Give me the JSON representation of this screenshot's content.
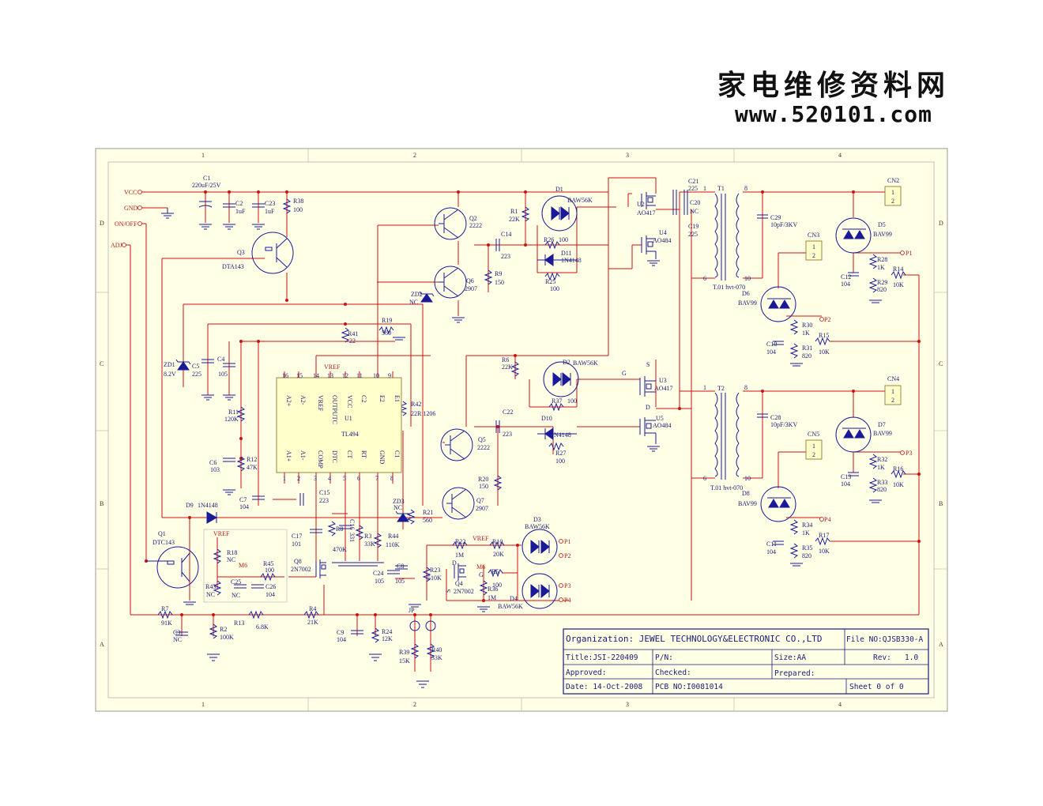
{
  "brand": {
    "chinese": "家电维修资料网",
    "url": "www.520101.com"
  },
  "colors": {
    "wire": "#cc1111",
    "component": "#1a1a99",
    "frame_fill": "#ffffe6",
    "frame_border": "#999999",
    "title_border": "#1a1a7a"
  },
  "grid": {
    "columns": [
      "1",
      "2",
      "3",
      "4"
    ],
    "rows": [
      "D",
      "C",
      "B",
      "A"
    ]
  },
  "nets": {
    "vcc": "VCC",
    "gnd": "GND",
    "on_off": "ON/OFF",
    "adj": "ADJ",
    "vref": "VREF",
    "m6": "M6"
  },
  "components": {
    "c1": "C1",
    "c1_val": "220uF/25V",
    "c2": "C2",
    "c2_val": "1uF",
    "c23": "C23",
    "c23_val": "1uF",
    "r38": "R38",
    "r38_val": "100",
    "q3": "Q3",
    "q3_val": "DTA143",
    "q2": "Q2",
    "q2_val": "2222",
    "q6": "Q6",
    "q6_val": "2907",
    "zd2": "ZD2",
    "zd2_val": "NC",
    "r9": "R9",
    "r9_val": "150",
    "c14": "C14",
    "c14_val": "223",
    "r1": "R1",
    "r1_val": "22K",
    "d1": "D1",
    "d1_val": "BAW56K",
    "r26": "R26",
    "r26_val": "100",
    "d11": "D11",
    "d11_val": "1N4148",
    "r25": "R25",
    "r25_val": "100",
    "u2": "U2",
    "u2_val": "AO417",
    "u4": "U4",
    "u4_val": "AO484",
    "c21": "C21",
    "c21_val": "225",
    "c20": "C20",
    "c20_val": "NC",
    "c19": "C19",
    "c19_val": "225",
    "t1": "T1",
    "t1_val": "T.01 hvt-070",
    "c29": "C29",
    "c29_val": "10pF/3KV",
    "cn2": "CN2",
    "cn3": "CN3",
    "d5": "D5",
    "d5_val": "BAV99",
    "d6": "D6",
    "d6_val": "BAV99",
    "r28": "R28",
    "r28_val": "1K",
    "r29": "R29",
    "r29_val": "820",
    "c12": "C12",
    "c12_val": "104",
    "r14": "R14",
    "r14_val": "10K",
    "r30": "R30",
    "r30_val": "1K",
    "r31": "R31",
    "r31_val": "820",
    "c10": "C10",
    "c10_val": "104",
    "r15": "R15",
    "r15_val": "10K",
    "zd1": "ZD1",
    "zd1_val": "8.2V",
    "c5": "C5",
    "c5_val": "225",
    "c4": "C4",
    "c4_val": "105",
    "r41": "R41",
    "r41_val": "22",
    "r19": "R19",
    "r19_val": "560",
    "r11": "R11",
    "r11_val": "120K",
    "c6": "C6",
    "c6_val": "103",
    "r12": "R12",
    "r12_val": "47K",
    "c7": "C7",
    "c7_val": "104",
    "u1": "U1",
    "u1_val": "TL494",
    "r42": "R42",
    "r42_val": "22R 1206",
    "r6": "R6",
    "r6_val": "22K",
    "d2": "D2",
    "d2_val": "BAW56K",
    "r37": "R37",
    "r37_val": "100",
    "u3": "U3",
    "u3_val": "AO417",
    "u5": "U5",
    "u5_val": "AO484",
    "c22": "C22",
    "c22_val": "223",
    "d10": "D10",
    "d10_val": "1N4148",
    "r27": "R27",
    "r27_val": "100",
    "q5": "Q5",
    "q5_val": "2222",
    "q7": "Q7",
    "q7_val": "2907",
    "r20": "R20",
    "r20_val": "150",
    "zd3": "ZD3",
    "zd3_val": "NC",
    "r21": "R21",
    "r21_val": "560",
    "t2": "T2",
    "t2_val": "T.01 hvt-070",
    "c28": "C28",
    "c28_val": "10pF/3KV",
    "cn4": "CN4",
    "cn5": "CN5",
    "d7": "D7",
    "d7_val": "BAV99",
    "d8": "D8",
    "d8_val": "BAV99",
    "r32": "R32",
    "r32_val": "1K",
    "r33": "R33",
    "r33_val": "820",
    "c13": "C13",
    "c13_val": "104",
    "r16": "R16",
    "r16_val": "10K",
    "r34": "R34",
    "r34_val": "1K",
    "r35": "R35",
    "r35_val": "820",
    "c11": "C11",
    "c11_val": "104",
    "r17": "R17",
    "r17_val": "10K",
    "d9": "D9",
    "d9_val": "1N4148",
    "q1": "Q1",
    "q1_val": "DTC143",
    "r18": "R18",
    "r18_val": "NC",
    "r45": "R45",
    "r45_val": "100",
    "r43": "R43",
    "r43_val": "NC",
    "c25": "C25",
    "c25_val": "NC",
    "c26": "C26",
    "c26_val": "104",
    "q8": "Q8",
    "q8_val": "2N7002",
    "c15": "C15",
    "c15_val": "223",
    "c17": "C17",
    "c17_val": "101",
    "r8": "R8",
    "r8_val": "470K",
    "c16": "C16",
    "c16_val": "331",
    "r3": "R3",
    "r3_val": "33K",
    "r44": "R44",
    "r44_val": "110K",
    "c24": "C24",
    "c24_val": "105",
    "c8": "C8",
    "c8_val": "105",
    "r23": "R23",
    "r23_val": "510K",
    "r22": "R22",
    "r22_val": "1M",
    "r10": "R10",
    "r10_val": "20K",
    "q4": "Q4",
    "q4_val": "2N7002",
    "r36": "R36",
    "r36_val": "1M",
    "r5": "R5",
    "r5_val": "100",
    "d3": "D3",
    "d3_val": "BAW56K",
    "d4": "D4",
    "d4_val": "BAW56K",
    "r7": "R7",
    "r7_val": "91K",
    "r2": "R2",
    "r2_val": "100K",
    "r13": "R13",
    "r13_val": "6.8K",
    "r4": "R4",
    "r4_val": "21K",
    "c3": "C3",
    "c3_val": "NC",
    "c9": "C9",
    "c9_val": "104",
    "r24": "R24",
    "r24_val": "12K",
    "jp": "JP",
    "r39": "R39",
    "r39_val": "15K",
    "r40": "R40",
    "r40_val": "33K",
    "p1": "P1",
    "p2": "P2",
    "p3": "P3",
    "p4": "P4",
    "g": "G",
    "d": "D",
    "s": "S"
  },
  "u1_pins": {
    "top_names": [
      "A2+",
      "A2-",
      "VREF",
      "OUTPUTC",
      "VCC",
      "C2",
      "E2",
      "E1"
    ],
    "top_nums": [
      "16",
      "15",
      "14",
      "13",
      "12",
      "11",
      "10",
      "9"
    ],
    "bottom_names": [
      "A1+",
      "A1-",
      "COMP",
      "DTC",
      "CT",
      "RT",
      "GND",
      "C1"
    ],
    "bottom_nums": [
      "1",
      "2",
      "3",
      "4",
      "5",
      "6",
      "7",
      "8"
    ]
  },
  "transformer_pins": {
    "p1": "1",
    "p6": "6",
    "p8": "8",
    "p10": "10"
  },
  "connector_pins": {
    "a": "1",
    "b": "2"
  },
  "title_block": {
    "organization": "Organization: JEWEL TECHNOLOGY&ELECTRONIC CO.,LTD",
    "file_no": "File NO:QJSB330-A",
    "title": "Title:JSI-220409",
    "pn": "P/N:",
    "size": "Size:AA",
    "rev_label": "Rev:",
    "rev_value": "1.0",
    "approved": "Approved:",
    "checked": "Checked:",
    "prepared": "Prepared:",
    "date": "Date: 14-Oct-2008",
    "pcb_no": "PCB NO:I0081014",
    "sheet": "Sheet 0 of 0"
  }
}
